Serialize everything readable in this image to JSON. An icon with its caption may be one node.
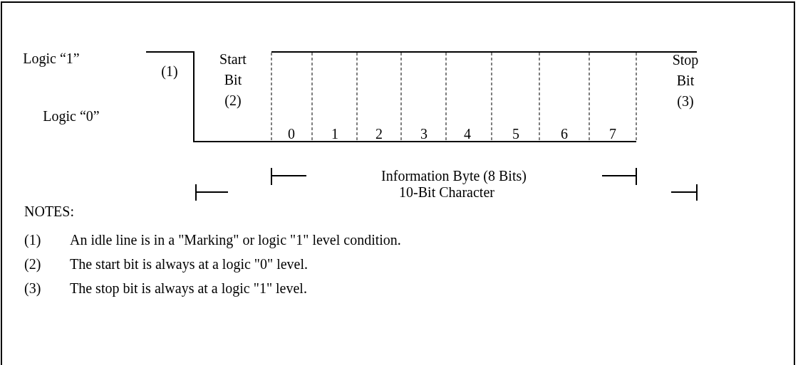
{
  "diagram": {
    "labels": [
      "Logic “1”",
      "(1)",
      "Start Bit (2)",
      "0",
      "1",
      "2",
      "3",
      "4",
      "5",
      "6",
      "7",
      "Stop Bit (3)",
      "Logic “0”",
      "Information Byte (8 Bits)",
      "10-Bit Character",
      "NOTES:",
      "(1)",
      "An idle line is in a \"Marking\" or logic \"1\" level condition.",
      "(2)",
      "The start bit is always at a logic \"0\" level.",
      "(3)",
      "The stop bit is always at a logic \"1\" level."
    ]
  }
}
